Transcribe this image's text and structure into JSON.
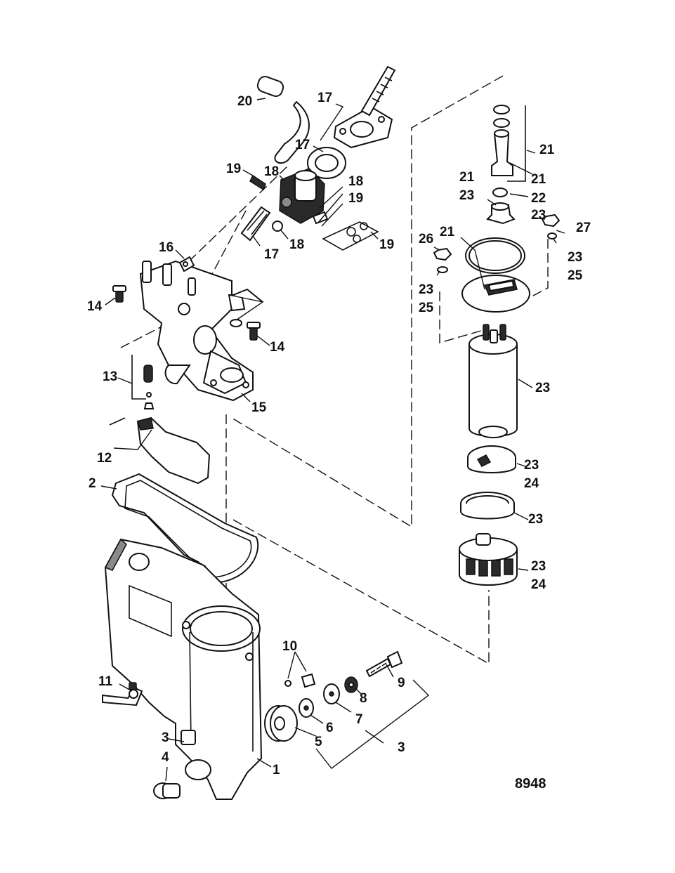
{
  "diagram_code": "8948",
  "callouts": [
    {
      "id": "c20",
      "text": "20"
    },
    {
      "id": "c17a",
      "text": "17"
    },
    {
      "id": "c17b",
      "text": "17"
    },
    {
      "id": "c17c",
      "text": "17"
    },
    {
      "id": "c19a",
      "text": "19"
    },
    {
      "id": "c18a",
      "text": "18"
    },
    {
      "id": "c18b",
      "text": "18"
    },
    {
      "id": "c19b",
      "text": "19"
    },
    {
      "id": "c18c",
      "text": "18"
    },
    {
      "id": "c19c",
      "text": "19"
    },
    {
      "id": "c16",
      "text": "16"
    },
    {
      "id": "c14a",
      "text": "14"
    },
    {
      "id": "c14b",
      "text": "14"
    },
    {
      "id": "c13",
      "text": "13"
    },
    {
      "id": "c15",
      "text": "15"
    },
    {
      "id": "c12",
      "text": "12"
    },
    {
      "id": "c2",
      "text": "2"
    },
    {
      "id": "c21a",
      "text": "21"
    },
    {
      "id": "c21b",
      "text": "21"
    },
    {
      "id": "c21c",
      "text": "21"
    },
    {
      "id": "c22",
      "text": "22"
    },
    {
      "id": "c23a",
      "text": "23"
    },
    {
      "id": "c23b",
      "text": "23"
    },
    {
      "id": "c27",
      "text": "27"
    },
    {
      "id": "c26",
      "text": "26"
    },
    {
      "id": "c21d",
      "text": "21"
    },
    {
      "id": "c23c",
      "text": "23"
    },
    {
      "id": "c25a",
      "text": "25"
    },
    {
      "id": "c23d",
      "text": "23"
    },
    {
      "id": "c25b",
      "text": "25"
    },
    {
      "id": "c23e",
      "text": "23"
    },
    {
      "id": "c23f",
      "text": "23"
    },
    {
      "id": "c24a",
      "text": "24"
    },
    {
      "id": "c23g",
      "text": "23"
    },
    {
      "id": "c23h",
      "text": "23"
    },
    {
      "id": "c24b",
      "text": "24"
    },
    {
      "id": "c10",
      "text": "10"
    },
    {
      "id": "c9",
      "text": "9"
    },
    {
      "id": "c11",
      "text": "11"
    },
    {
      "id": "c8",
      "text": "8"
    },
    {
      "id": "c7",
      "text": "7"
    },
    {
      "id": "c6",
      "text": "6"
    },
    {
      "id": "c3a",
      "text": "3"
    },
    {
      "id": "c5",
      "text": "5"
    },
    {
      "id": "c3b",
      "text": "3"
    },
    {
      "id": "c4",
      "text": "4"
    },
    {
      "id": "c1",
      "text": "1"
    }
  ]
}
